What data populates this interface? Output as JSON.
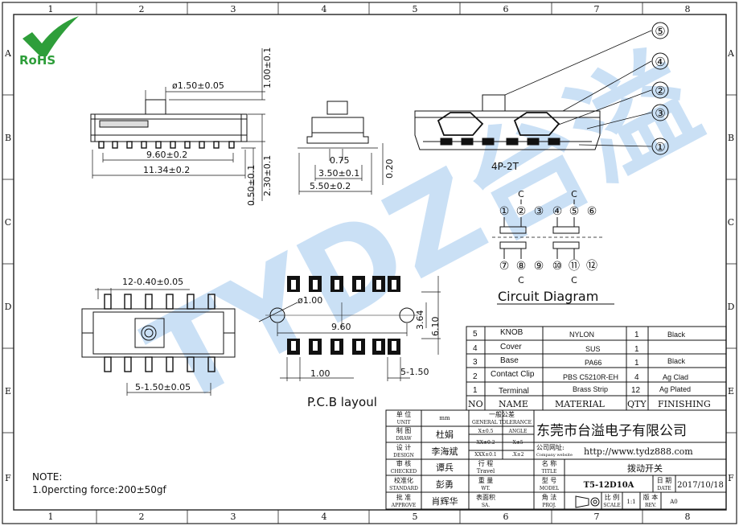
{
  "logo": {
    "text": "RoHS",
    "check_color": "#2e9e3a",
    "text_color": "#2e9e3a"
  },
  "watermark": {
    "text": "TYDZ台溢"
  },
  "frame": {
    "cols": [
      "1",
      "2",
      "3",
      "4",
      "5",
      "6",
      "7",
      "8"
    ],
    "rows": [
      "A",
      "B",
      "C",
      "D",
      "E",
      "F"
    ]
  },
  "dims": {
    "d_knob_width": "ø1.50±0.05",
    "d_knob_height": "1.00±0.1",
    "d_body_pitch": "9.60±0.2",
    "d_body_len": "11.34±0.2",
    "d_pin_h": "0.50±0.1",
    "d_body_h": "2.30±0.1",
    "d_side_knob": "0.75",
    "d_side_inner": "3.50±0.1",
    "d_side_outer": "5.50±0.2",
    "d_side_h": "0.20",
    "d_pins": "12-0.40±0.05",
    "d_bottom_pitch": "5-1.50±0.05",
    "d_hole": "ø1.00",
    "d_pcb_width": "9.60",
    "d_pcb_h1": "3.64",
    "d_pcb_h2": "6.10",
    "d_pcb_pad": "1.00",
    "d_pcb_pitch": "5-1.50"
  },
  "section": {
    "callouts": [
      "⑤",
      "④",
      "②",
      "③",
      "①"
    ],
    "label": "4P-2T"
  },
  "pcb_title": "P.C.B layoul",
  "circuit": {
    "title": "Circuit  Diagram",
    "common_label": "C",
    "top_pins": [
      "①",
      "②",
      "③",
      "④",
      "⑤",
      "⑥"
    ],
    "bottom_pins": [
      "⑦",
      "⑧",
      "⑨",
      "⑩",
      "⑪",
      "⑫"
    ]
  },
  "note": {
    "title": "NOTE:",
    "line": "1.0percting  force:200±50gf"
  },
  "bom": {
    "header": {
      "no": "NO",
      "name": "NAME",
      "material": "MATERIAL",
      "qty": "QTY",
      "finishing": "FINISHING"
    },
    "rows": [
      {
        "no": "5",
        "name": "KNOB",
        "material": "NYLON",
        "qty": "1",
        "finishing": "Black"
      },
      {
        "no": "4",
        "name": "Cover",
        "material": "SUS",
        "qty": "1",
        "finishing": ""
      },
      {
        "no": "3",
        "name": "Base",
        "material": "PA66",
        "qty": "1",
        "finishing": "Black"
      },
      {
        "no": "2",
        "name": "Contact Clip",
        "material": "PBS  C5210R-EH",
        "qty": "4",
        "finishing": "Ag  Clad"
      },
      {
        "no": "1",
        "name": "Terminal",
        "material": "Brass Strip",
        "qty": "12",
        "finishing": "Ag  Plated"
      }
    ]
  },
  "title_block": {
    "unit_label": "单 位",
    "unit_label_en": "UNIT",
    "unit_value": "mm",
    "tolerance_label": "一般公差",
    "tolerance_label_en": "GENERAL TOLERANCE",
    "draw_label": "制 图",
    "draw_label_en": "DRAW",
    "draw_value": "杜娟",
    "design_label": "设 计",
    "design_label_en": "DESIGN",
    "design_value": "李海斌",
    "checked_label": "审 核",
    "checked_label_en": "CHECKED",
    "checked_value": "谭兵",
    "standard_label": "校准化",
    "standard_label_en": "STANDARD",
    "standard_value": "彭勇",
    "approve_label": "批 准",
    "approve_label_en": "APPROVE",
    "approve_value": "肖辉华",
    "tol_x0": "X±0.5",
    "tol_angle": "ANGLE",
    "tol_x1": "XX±0.2",
    "tol_a1": "X±5",
    "tol_x2": "XXX±0.1",
    "tol_a2": ".X±2",
    "travel_label": "行 程",
    "travel_label_en": "Travel",
    "weight_label": "重 量",
    "weight_label_en": "WT.",
    "surface_label": "表面积",
    "surface_label_en": "SA.",
    "company": "东莞市台溢电子有限公司",
    "website_label": "公司网址:",
    "website_label_en": "Company website",
    "website": "http://www.tydz888.com",
    "title_label": "名 称",
    "title_label_en": "TITLE",
    "title_value": "拨动开关",
    "model_label": "型 号",
    "model_label_en": "MODEL",
    "model_value": "T5-12D10A",
    "date_label": "日 期",
    "date_label_en": "DATE",
    "date_value": "2017/10/18",
    "proj_label": "角 法",
    "proj_label_en": "PROJ.",
    "scale_label": "比 例",
    "scale_label_en": "SCALE",
    "scale_value": "1:1",
    "rev_label": "版 本",
    "rev_label_en": "REV.",
    "rev_value": "A0"
  }
}
